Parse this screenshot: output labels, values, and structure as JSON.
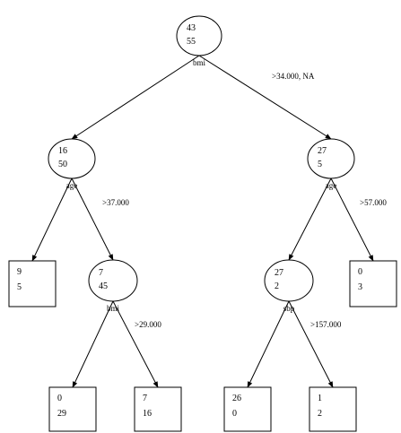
{
  "tree": {
    "nodes": [
      {
        "id": "n1",
        "kind": "split",
        "counts": [
          "43",
          "55"
        ],
        "var": "bmi"
      },
      {
        "id": "n2",
        "kind": "split",
        "counts": [
          "16",
          "50"
        ],
        "var": "age"
      },
      {
        "id": "n3",
        "kind": "split",
        "counts": [
          "27",
          "5"
        ],
        "var": "age"
      },
      {
        "id": "n4",
        "kind": "leaf",
        "counts": [
          "9",
          "5"
        ]
      },
      {
        "id": "n5",
        "kind": "split",
        "counts": [
          "7",
          "45"
        ],
        "var": "bmi"
      },
      {
        "id": "n6",
        "kind": "split",
        "counts": [
          "27",
          "2"
        ],
        "var": "sbp"
      },
      {
        "id": "n7",
        "kind": "leaf",
        "counts": [
          "0",
          "3"
        ]
      },
      {
        "id": "n8",
        "kind": "leaf",
        "counts": [
          "0",
          "29"
        ]
      },
      {
        "id": "n9",
        "kind": "leaf",
        "counts": [
          "7",
          "16"
        ]
      },
      {
        "id": "n10",
        "kind": "leaf",
        "counts": [
          "26",
          "0"
        ]
      },
      {
        "id": "n11",
        "kind": "leaf",
        "counts": [
          "1",
          "2"
        ]
      }
    ],
    "edges": [
      {
        "id": "e1",
        "from": "n1",
        "to": "n2",
        "label": ""
      },
      {
        "id": "e2",
        "from": "n1",
        "to": "n3",
        "label": ">34.000, NA"
      },
      {
        "id": "e3",
        "from": "n2",
        "to": "n4",
        "label": ""
      },
      {
        "id": "e4",
        "from": "n2",
        "to": "n5",
        "label": ">37.000"
      },
      {
        "id": "e5",
        "from": "n3",
        "to": "n6",
        "label": ""
      },
      {
        "id": "e6",
        "from": "n3",
        "to": "n7",
        "label": ">57.000"
      },
      {
        "id": "e7",
        "from": "n5",
        "to": "n8",
        "label": ""
      },
      {
        "id": "e8",
        "from": "n5",
        "to": "n9",
        "label": ">29.000"
      },
      {
        "id": "e9",
        "from": "n6",
        "to": "n10",
        "label": ""
      },
      {
        "id": "e10",
        "from": "n6",
        "to": "n11",
        "label": ">157.000"
      }
    ]
  }
}
